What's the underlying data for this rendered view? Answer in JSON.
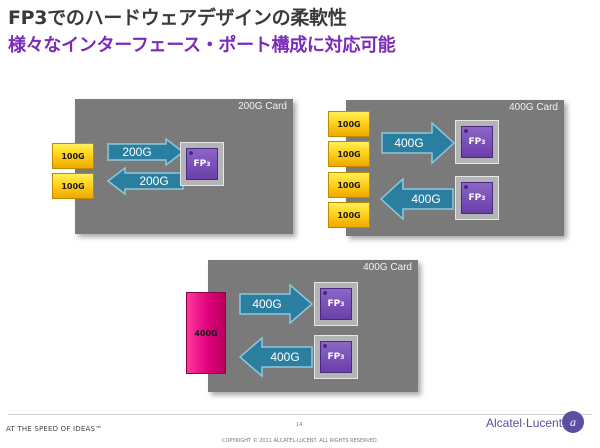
{
  "title": {
    "line1": "FP3でのハードウェアデザインの柔軟性",
    "line2": "様々なインターフェース・ポート構成に対応可能"
  },
  "cards": [
    {
      "label": "200G Card",
      "ports": [
        "100G",
        "100G"
      ],
      "arrows": [
        {
          "label": "200G",
          "direction": "right"
        },
        {
          "label": "200G",
          "direction": "left"
        }
      ],
      "chips": [
        {
          "label": "FP",
          "sup": "3"
        }
      ]
    },
    {
      "label": "400G Card",
      "ports": [
        "100G",
        "100G",
        "100G",
        "100G"
      ],
      "arrows": [
        {
          "label": "400G",
          "direction": "right"
        },
        {
          "label": "400G",
          "direction": "left"
        }
      ],
      "chips": [
        {
          "label": "FP",
          "sup": "3"
        },
        {
          "label": "FP",
          "sup": "3"
        }
      ]
    },
    {
      "label": "400G Card",
      "ports": [
        "400G"
      ],
      "arrows": [
        {
          "label": "400G",
          "direction": "right"
        },
        {
          "label": "400G",
          "direction": "left"
        }
      ],
      "chips": [
        {
          "label": "FP",
          "sup": "3"
        },
        {
          "label": "FP",
          "sup": "3"
        }
      ]
    }
  ],
  "footer": {
    "tagline": "AT THE SPEED OF IDEAS™",
    "page": "14",
    "copyright": "COPYRIGHT © 2011 ALCATEL-LUCENT.  ALL RIGHTS RESERVED.",
    "brand": "Alcatel·Lucent",
    "brand_logo_glyph": "a"
  },
  "colors": {
    "card": "#7a7a7a",
    "arrow": "#2a7fa0",
    "chip": "#6a3fa8",
    "title_accent": "#7b2bb8",
    "port_yellow": "#ffd21a",
    "port_magenta": "#e0007a"
  }
}
